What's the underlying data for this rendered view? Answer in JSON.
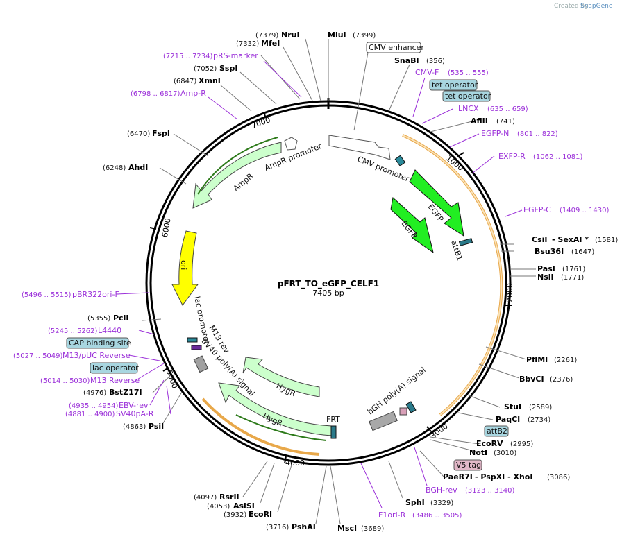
{
  "brand": {
    "created_by": "Created by",
    "name": "SnapGene"
  },
  "plasmid": {
    "name": "pFRT_TO_eGFP_CELF1",
    "size": "7405 bp"
  },
  "ticks": [
    "1000",
    "2000",
    "3000",
    "4000",
    "5000",
    "6000",
    "7000"
  ],
  "enzymes": [
    {
      "name": "MluI",
      "pos": "(7399)"
    },
    {
      "name": "NruI",
      "pos": "(7379)"
    },
    {
      "name": "MfeI",
      "pos": "(7332)"
    },
    {
      "name": "SspI",
      "pos": "(7052)"
    },
    {
      "name": "XmnI",
      "pos": "(6847)"
    },
    {
      "name": "FspI",
      "pos": "(6470)"
    },
    {
      "name": "AhdI",
      "pos": "(6248)"
    },
    {
      "name": "SnaBI",
      "pos": "(356)"
    },
    {
      "name": "AflII",
      "pos": "(741)"
    },
    {
      "name": "CsiI",
      "extra": "- SexAI *",
      "pos": "(1581)"
    },
    {
      "name": "Bsu36I",
      "pos": "(1647)"
    },
    {
      "name": "PasI",
      "pos": "(1761)"
    },
    {
      "name": "NsiI",
      "pos": "(1771)"
    },
    {
      "name": "PflMI",
      "pos": "(2261)"
    },
    {
      "name": "BbvCI",
      "pos": "(2376)"
    },
    {
      "name": "StuI",
      "pos": "(2589)"
    },
    {
      "name": "PaqCI",
      "pos": "(2734)"
    },
    {
      "name": "EcoRV",
      "pos": "(2995)"
    },
    {
      "name": "NotI",
      "pos": "(3010)"
    },
    {
      "name": "PaeR7I",
      "extra": "- PspXI - XhoI",
      "pos": "(3086)"
    },
    {
      "name": "SphI",
      "pos": "(3329)"
    },
    {
      "name": "MscI",
      "pos": "(3689)"
    },
    {
      "name": "PshAI",
      "pos": "(3716)"
    },
    {
      "name": "EcoRI",
      "pos": "(3932)"
    },
    {
      "name": "AsiSI",
      "pos": "(4053)"
    },
    {
      "name": "RsrII",
      "pos": "(4097)"
    },
    {
      "name": "PsiI",
      "pos": "(4863)"
    },
    {
      "name": "BstZ17I",
      "pos": "(4976)"
    },
    {
      "name": "PciI",
      "pos": "(5355)"
    }
  ],
  "primers": [
    {
      "name": "pRS-marker",
      "pos": "(7215 .. 7234)"
    },
    {
      "name": "Amp-R",
      "pos": "(6798 .. 6817)"
    },
    {
      "name": "CMV-F",
      "pos": "(535 .. 555)"
    },
    {
      "name": "LNCX",
      "pos": "(635 .. 659)"
    },
    {
      "name": "EGFP-N",
      "pos": "(801 .. 822)"
    },
    {
      "name": "EXFP-R",
      "pos": "(1062 .. 1081)"
    },
    {
      "name": "EGFP-C",
      "pos": "(1409 .. 1430)"
    },
    {
      "name": "BGH-rev",
      "pos": "(3123 .. 3140)"
    },
    {
      "name": "F1ori-R",
      "pos": "(3486 .. 3505)"
    },
    {
      "name": "pBR322ori-F",
      "pos": "(5496 .. 5515)"
    },
    {
      "name": "L4440",
      "pos": "(5245 .. 5262)"
    },
    {
      "name": "M13/pUC Reverse",
      "pos": "(5027 .. 5049)"
    },
    {
      "name": "M13 Reverse",
      "pos": "(5014 .. 5030)"
    },
    {
      "name": "EBV-rev",
      "pos": "(4935 .. 4954)"
    },
    {
      "name": "SV40pA-R",
      "pos": "(4881 .. 4900)"
    }
  ],
  "boxed_features": [
    {
      "name": "CMV enhancer"
    },
    {
      "name": "tet operator"
    },
    {
      "name": "tet operator"
    },
    {
      "name": "attB2"
    },
    {
      "name": "V5 tag"
    },
    {
      "name": "CAP binding site"
    },
    {
      "name": "lac operator"
    }
  ],
  "map_features": [
    {
      "name": "CMV promoter"
    },
    {
      "name": "EGFP"
    },
    {
      "name": "EGFP"
    },
    {
      "name": "attB1"
    },
    {
      "name": "AmpR promoter"
    },
    {
      "name": "AmpR"
    },
    {
      "name": "ori"
    },
    {
      "name": "lac promoter"
    },
    {
      "name": "M13 rev"
    },
    {
      "name": "SV40 poly(A) signal"
    },
    {
      "name": "HygR"
    },
    {
      "name": "HygR"
    },
    {
      "name": "FRT"
    },
    {
      "name": "bGH poly(A) signal"
    }
  ],
  "colors": {
    "enzyme": "#000000",
    "primer": "#9b30d9",
    "egfp": "#22dd22",
    "ampr": "#cfffcf",
    "ori": "#ffff00",
    "orange": "#f2b35a",
    "boxed_teal": "#a8d6e0",
    "boxed_pink": "#e2b8c8"
  }
}
